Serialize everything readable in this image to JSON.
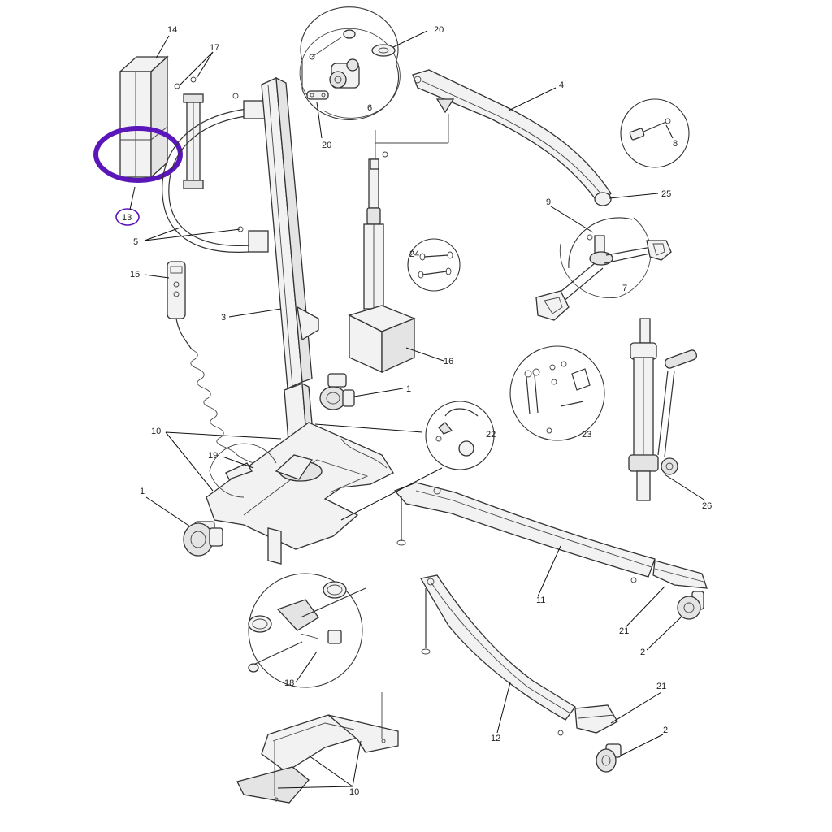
{
  "callouts": [
    {
      "id": "c14",
      "text": "14"
    },
    {
      "id": "c17",
      "text": "17"
    },
    {
      "id": "c20a",
      "text": "20"
    },
    {
      "id": "c20b",
      "text": "20"
    },
    {
      "id": "c6",
      "text": "6"
    },
    {
      "id": "c4",
      "text": "4"
    },
    {
      "id": "c8",
      "text": "8"
    },
    {
      "id": "c25",
      "text": "25"
    },
    {
      "id": "c9",
      "text": "9"
    },
    {
      "id": "c7",
      "text": "7"
    },
    {
      "id": "c13",
      "text": "13"
    },
    {
      "id": "c5",
      "text": "5"
    },
    {
      "id": "c24",
      "text": "24"
    },
    {
      "id": "c15",
      "text": "15"
    },
    {
      "id": "c3",
      "text": "3"
    },
    {
      "id": "c16",
      "text": "16"
    },
    {
      "id": "c1a",
      "text": "1"
    },
    {
      "id": "c23",
      "text": "23"
    },
    {
      "id": "c10a",
      "text": "10"
    },
    {
      "id": "c22",
      "text": "22"
    },
    {
      "id": "c19",
      "text": "19"
    },
    {
      "id": "c1b",
      "text": "1"
    },
    {
      "id": "c26",
      "text": "26"
    },
    {
      "id": "c11",
      "text": "11"
    },
    {
      "id": "c21a",
      "text": "21"
    },
    {
      "id": "c2a",
      "text": "2"
    },
    {
      "id": "c18",
      "text": "18"
    },
    {
      "id": "c12",
      "text": "12"
    },
    {
      "id": "c21b",
      "text": "21"
    },
    {
      "id": "c2b",
      "text": "2"
    },
    {
      "id": "c10b",
      "text": "10"
    }
  ],
  "highlight": {
    "part": "13",
    "color": "#5a16b8"
  }
}
